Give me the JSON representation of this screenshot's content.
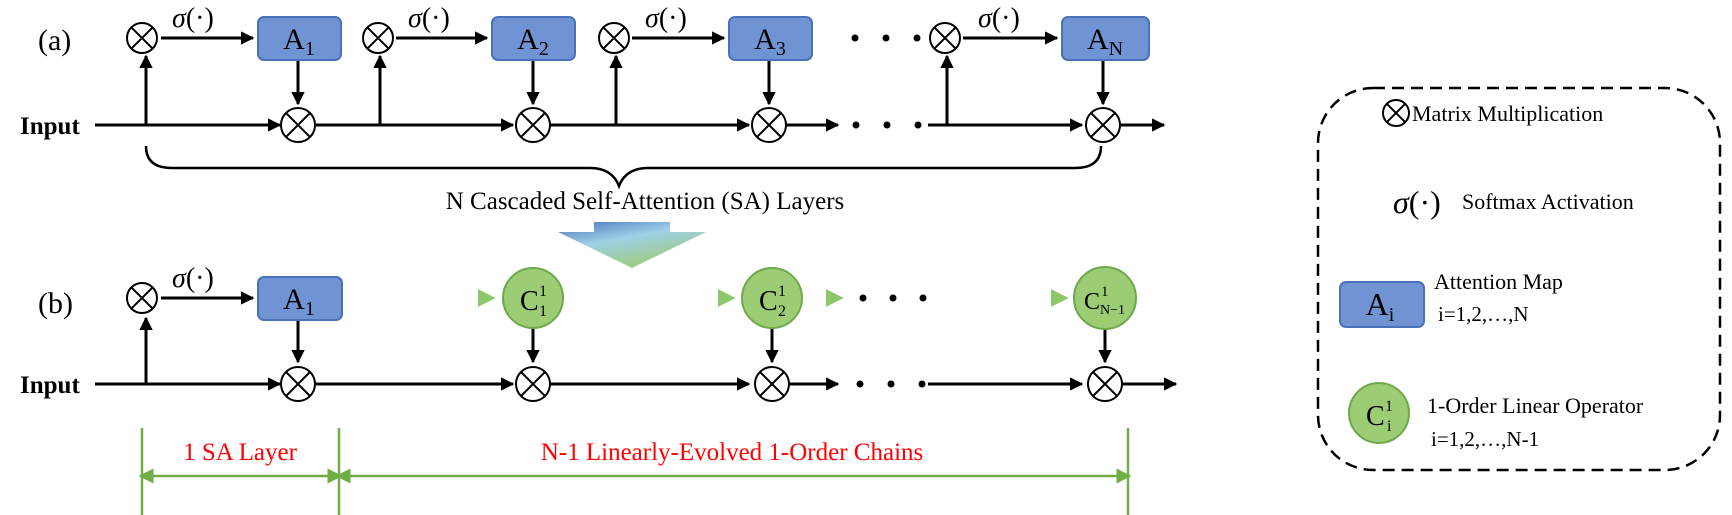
{
  "panel_a": {
    "label": "(a)",
    "input_label": "Input",
    "sigma": [
      "σ",
      "(·)"
    ],
    "attention_maps": [
      {
        "main": "A",
        "sub": "1"
      },
      {
        "main": "A",
        "sub": "2"
      },
      {
        "main": "A",
        "sub": "3"
      },
      {
        "main": "A",
        "sub": "N"
      }
    ],
    "ellipsis": "• • •",
    "brace_label": "N Cascaded Self-Attention (SA) Layers"
  },
  "panel_b": {
    "label": "(b)",
    "input_label": "Input",
    "sigma": [
      "σ",
      "(·)"
    ],
    "attention_map": {
      "main": "A",
      "sub": "1"
    },
    "operators": [
      {
        "main": "C",
        "sup": "1",
        "sub": "1"
      },
      {
        "main": "C",
        "sup": "1",
        "sub": "2"
      },
      {
        "main": "C",
        "sup": "1",
        "sub": "N−1"
      }
    ],
    "ellipsis": "• • •",
    "span_sa": "1 SA Layer",
    "span_chains": "N-1 Linearly-Evolved 1-Order Chains"
  },
  "legend": {
    "matmul": "Matrix Multiplication",
    "softmax_symbol": [
      "σ",
      "(·)"
    ],
    "softmax": "Softmax Activation",
    "attention_symbol": {
      "main": "A",
      "sub": "i"
    },
    "attention": "Attention Map",
    "attention_range": "i=1,2,…,N",
    "operator_symbol": {
      "main": "C",
      "sup": "1",
      "sub": "i"
    },
    "operator": "1-Order Linear Operator",
    "operator_range": "i=1,2,…,N-1"
  },
  "colors": {
    "attention_fill": "#6f93d3",
    "attention_stroke": "#4a72b8",
    "operator_fill": "#9ccc74",
    "operator_stroke": "#6ea84a",
    "annotation_text": "#ff0000",
    "annotation_line": "#70ad47",
    "line": "#000000"
  }
}
